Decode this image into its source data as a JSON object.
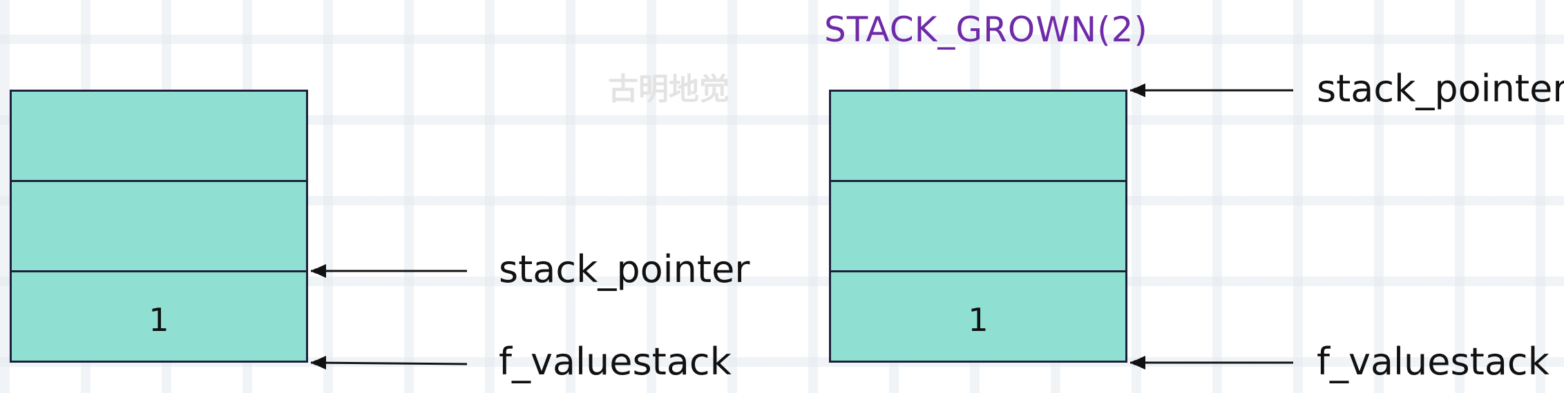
{
  "watermark": "古明地觉",
  "left_diagram": {
    "cells": [
      "",
      "",
      "1"
    ],
    "labels": {
      "stack_pointer": "stack_pointer",
      "f_valuestack": "f_valuestack"
    }
  },
  "right_diagram": {
    "title": "STACK_GROWN(2)",
    "cells": [
      "",
      "",
      "1"
    ],
    "labels": {
      "stack_pointer": "stack_pointer",
      "f_valuestack": "f_valuestack"
    }
  },
  "colors": {
    "cell_fill": "#8fe0d2",
    "border": "#1d1f3a",
    "title": "#6f2aa8",
    "watermark": "#e3e3e3"
  }
}
